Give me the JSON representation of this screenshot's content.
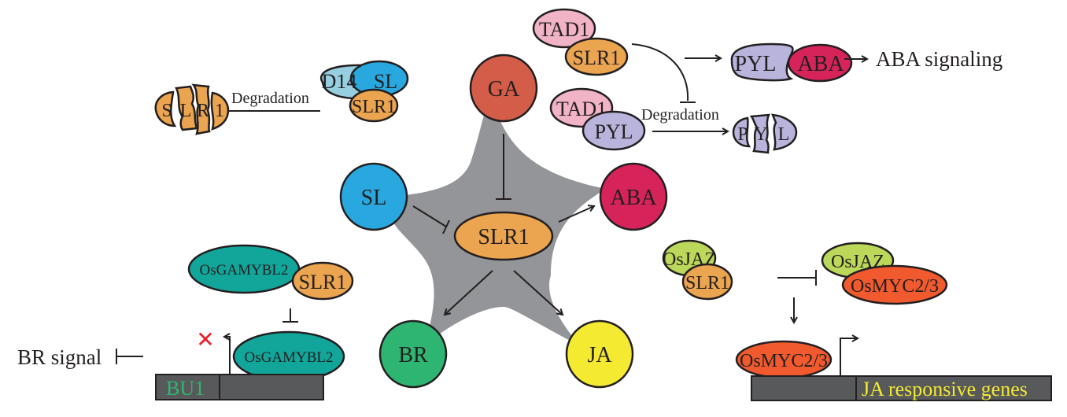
{
  "colors": {
    "GA": "#d45d4a",
    "SL": "#29a8e0",
    "ABA": "#d6245b",
    "BR": "#2fb572",
    "JA": "#f4ea31",
    "SLR1": "#eba44f",
    "D14": "#96cfe0",
    "TAD1": "#f1b3c6",
    "PYL": "#b9b4db",
    "OsGAMYBL2": "#12a59a",
    "OsJAZ": "#bcd85a",
    "OsMYC": "#f05a2e",
    "star": "#939598",
    "gene_box": "#58595b",
    "BU1_text": "#2fb572",
    "JA_genes_text": "#f4ea31",
    "x_mark": "#ed1c24"
  },
  "hub": {
    "center": "SLR1",
    "nodes": {
      "GA": "GA",
      "SL": "SL",
      "ABA": "ABA",
      "BR": "BR",
      "JA": "JA"
    },
    "edges": [
      {
        "from": "GA",
        "to": "SLR1",
        "type": "inhibit"
      },
      {
        "from": "SL",
        "to": "SLR1",
        "type": "inhibit"
      },
      {
        "from": "SLR1",
        "to": "ABA",
        "type": "activate"
      },
      {
        "from": "SLR1",
        "to": "BR",
        "type": "activate"
      },
      {
        "from": "SLR1",
        "to": "JA",
        "type": "activate"
      }
    ]
  },
  "sl_panel": {
    "complex": [
      "D14",
      "SL",
      "SLR1"
    ],
    "process_label": "Degradation",
    "fragments": [
      "S",
      "L",
      "R",
      "1"
    ]
  },
  "aba_panel": {
    "complex1": [
      "TAD1",
      "SLR1"
    ],
    "complex2": [
      "TAD1",
      "PYL"
    ],
    "process_label": "Degradation",
    "pyl_aba": [
      "PYL",
      "ABA"
    ],
    "output": "ABA signaling",
    "fragments": [
      "P",
      "Y",
      "L"
    ]
  },
  "br_panel": {
    "complex": [
      "OsGAMYBL2",
      "SLR1"
    ],
    "free_protein": "OsGAMYBL2",
    "gene": "BU1",
    "output": "BR signal",
    "blocked_mark": "✕"
  },
  "ja_panel": {
    "complex1": [
      "OsJAZ",
      "SLR1"
    ],
    "complex2": [
      "OsJAZ",
      "OsMYC2/3"
    ],
    "free_protein": "OsMYC2/3",
    "gene": "JA responsive genes"
  }
}
